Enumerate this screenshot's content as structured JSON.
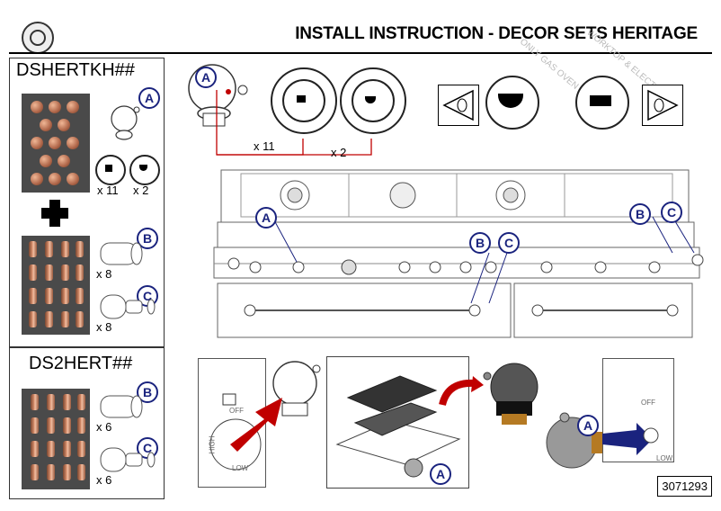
{
  "header": {
    "title": "INSTALL INSTRUCTION - DECOR SETS HERITAGE"
  },
  "kits": [
    {
      "code": "DSHERTKH##",
      "a_label": "A",
      "b_label": "B",
      "c_label": "C",
      "qty_a1": "x 11",
      "qty_a2": "x 2",
      "qty_b": "x 8",
      "qty_c": "x 8"
    },
    {
      "code": "DS2HERT##",
      "b_label": "B",
      "c_label": "C",
      "qty_b": "x 6",
      "qty_c": "x 6"
    }
  ],
  "detail": {
    "a_label": "A",
    "qty_1": "x 11",
    "qty_2": "x 2"
  },
  "stamps": {
    "left": "ONLY GAS OVEN",
    "right": "WORKTOP & ELECTRICS"
  },
  "range": {
    "labels": [
      "A",
      "B",
      "C",
      "B",
      "C"
    ]
  },
  "steps": {
    "off_label": "OFF",
    "low_label": "LOW",
    "high_label": "HIGH",
    "a_label": "A"
  },
  "footer": {
    "serial": "3071293"
  },
  "colors": {
    "badge": "#1a237e",
    "red": "#c00000",
    "copper": "#c67c5b",
    "arrow_blue": "#1a237e"
  }
}
